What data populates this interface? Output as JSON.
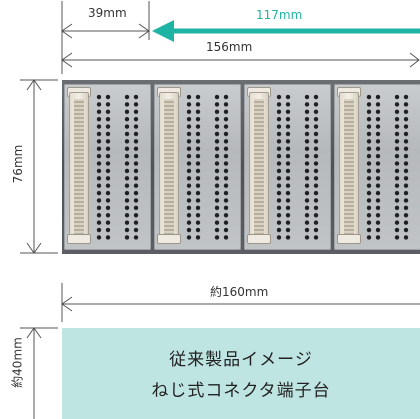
{
  "dimensions": {
    "left_width": "39mm",
    "added_width": "117mm",
    "total_width": "156mm",
    "height": "76mm",
    "legacy_width": "約160mm",
    "legacy_height": "約40mm"
  },
  "legacy_product": {
    "line1": "従来製品イメージ",
    "line2": "ねじ式コネクタ端子台"
  },
  "colors": {
    "accent": "#1fb3a4",
    "legacy_box": "#bfe5e3",
    "dimension_line": "#555555"
  }
}
